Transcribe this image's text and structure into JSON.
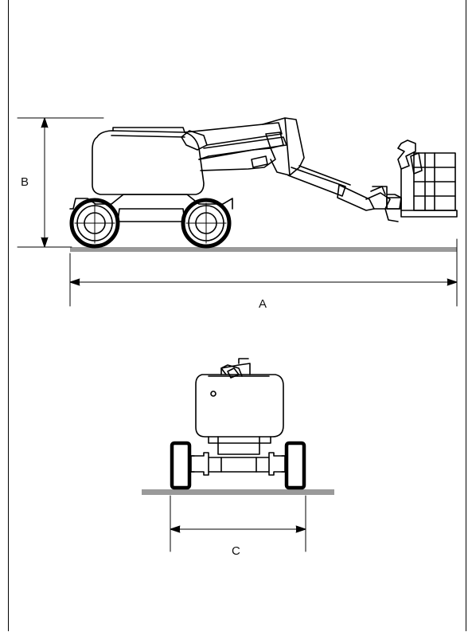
{
  "dimensions": {
    "length_label": "A",
    "height_label": "B",
    "width_label": "C"
  },
  "colors": {
    "line": "#000000",
    "ground": "#9a9a9a",
    "background": "#ffffff"
  }
}
